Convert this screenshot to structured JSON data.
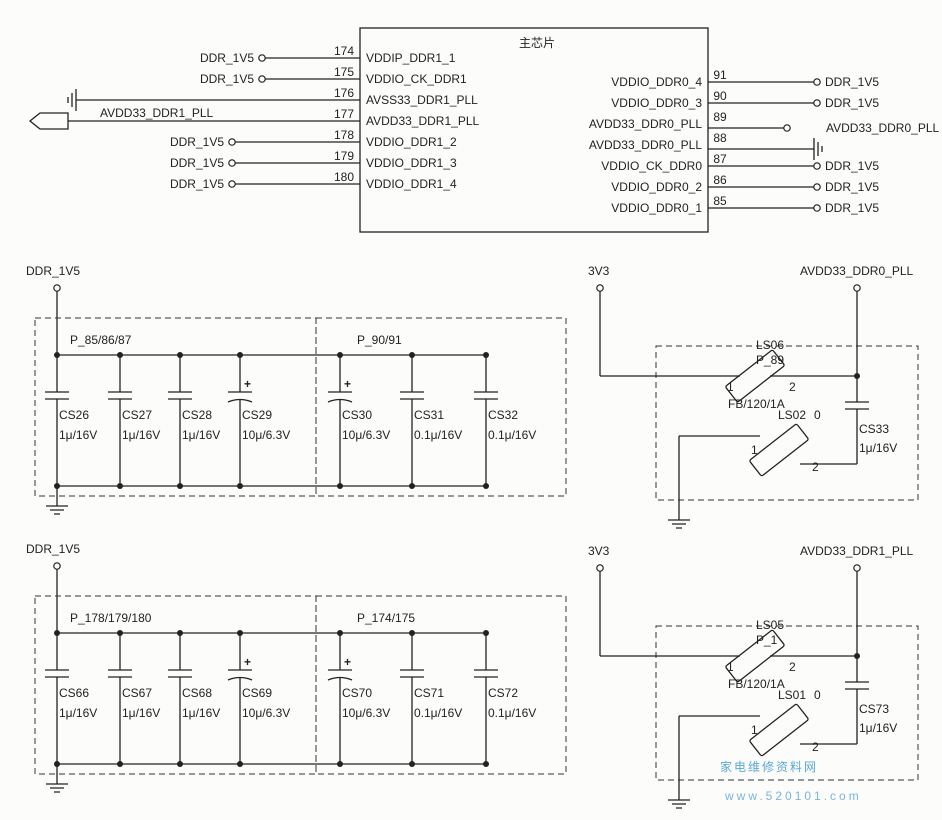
{
  "chip": {
    "title": "主芯片",
    "left_pins": [
      {
        "num": "174",
        "name": "VDDIP_DDR1_1",
        "net": "DDR_1V5"
      },
      {
        "num": "175",
        "name": "VDDIO_CK_DDR1",
        "net": "DDR_1V5"
      },
      {
        "num": "176",
        "name": "AVSS33_DDR1_PLL",
        "net": ""
      },
      {
        "num": "177",
        "name": "AVDD33_DDR1_PLL",
        "net": "AVDD33_DDR1_PLL"
      },
      {
        "num": "178",
        "name": "VDDIO_DDR1_2",
        "net": "DDR_1V5"
      },
      {
        "num": "179",
        "name": "VDDIO_DDR1_3",
        "net": "DDR_1V5"
      },
      {
        "num": "180",
        "name": "VDDIO_DDR1_4",
        "net": "DDR_1V5"
      }
    ],
    "right_pins": [
      {
        "num": "91",
        "name": "VDDIO_DDR0_4",
        "net": "DDR_1V5"
      },
      {
        "num": "90",
        "name": "VDDIO_DDR0_3",
        "net": "DDR_1V5"
      },
      {
        "num": "89",
        "name": "AVDD33_DDR0_PLL",
        "net": "AVDD33_DDR0_PLL"
      },
      {
        "num": "88",
        "name": "AVDD33_DDR0_PLL",
        "net": ""
      },
      {
        "num": "87",
        "name": "VDDIO_CK_DDR0",
        "net": "DDR_1V5"
      },
      {
        "num": "86",
        "name": "VDDIO_DDR0_2",
        "net": "DDR_1V5"
      },
      {
        "num": "85",
        "name": "VDDIO_DDR0_1",
        "net": "DDR_1V5"
      }
    ]
  },
  "cap_banks": [
    {
      "rail": "DDR_1V5",
      "group1": "P_85/86/87",
      "group2": "P_90/91",
      "caps": [
        {
          "ref": "CS26",
          "value": "1μ/16V",
          "polar": false
        },
        {
          "ref": "CS27",
          "value": "1μ/16V",
          "polar": false
        },
        {
          "ref": "CS28",
          "value": "1μ/16V",
          "polar": false
        },
        {
          "ref": "CS29",
          "value": "10μ/6.3V",
          "polar": true
        },
        {
          "ref": "CS30",
          "value": "10μ/6.3V",
          "polar": true
        },
        {
          "ref": "CS31",
          "value": "0.1μ/16V",
          "polar": false
        },
        {
          "ref": "CS32",
          "value": "0.1μ/16V",
          "polar": false
        }
      ]
    },
    {
      "rail": "DDR_1V5",
      "group1": "P_178/179/180",
      "group2": "P_174/175",
      "caps": [
        {
          "ref": "CS66",
          "value": "1μ/16V",
          "polar": false
        },
        {
          "ref": "CS67",
          "value": "1μ/16V",
          "polar": false
        },
        {
          "ref": "CS68",
          "value": "1μ/16V",
          "polar": false
        },
        {
          "ref": "CS69",
          "value": "10μ/6.3V",
          "polar": true
        },
        {
          "ref": "CS70",
          "value": "10μ/6.3V",
          "polar": true
        },
        {
          "ref": "CS71",
          "value": "0.1μ/16V",
          "polar": false
        },
        {
          "ref": "CS72",
          "value": "0.1μ/16V",
          "polar": false
        }
      ]
    }
  ],
  "pll_filters": [
    {
      "in": "3V3",
      "out": "AVDD33_DDR0_PLL",
      "fb_ref": "LS06",
      "fb_pin": "P_89",
      "fb_value": "FB/120/1A",
      "r_ref": "LS02",
      "r_value": "0",
      "cap_ref": "CS33",
      "cap_value": "1μ/16V",
      "pin1": "1",
      "pin2": "2"
    },
    {
      "in": "3V3",
      "out": "AVDD33_DDR1_PLL",
      "fb_ref": "LS05",
      "fb_pin": "P_1",
      "fb_value": "FB/120/1A",
      "r_ref": "LS01",
      "r_value": "0",
      "cap_ref": "CS73",
      "cap_value": "1μ/16V",
      "pin1": "1",
      "pin2": "2"
    }
  ],
  "watermark": {
    "text": "家电维修资料网",
    "url": "www.520101.com"
  }
}
